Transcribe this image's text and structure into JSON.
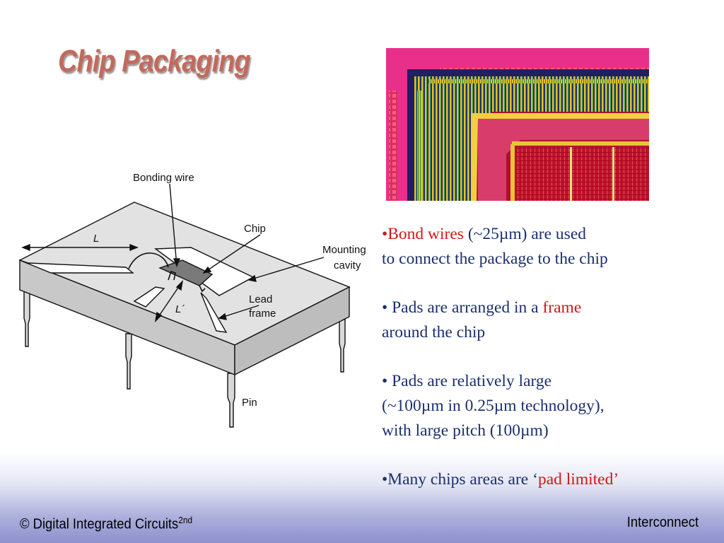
{
  "slide": {
    "title": "Chip Packaging",
    "diagram": {
      "labels": {
        "bonding_wire": "Bonding wire",
        "chip": "Chip",
        "mounting": "Mounting",
        "cavity": "cavity",
        "lead": "Lead",
        "frame": "frame",
        "pin": "Pin",
        "length_l": "L",
        "length_l_prime": "L´"
      }
    },
    "bullets": [
      {
        "prefix": "•",
        "highlight": "Bond wires",
        "text": " (~25µm) are used",
        "line2": "to connect the package to the chip"
      },
      {
        "prefix": "• ",
        "text": "Pads are arranged in a ",
        "highlight": "frame",
        "line2": "around the chip"
      },
      {
        "prefix": "• ",
        "text": "Pads are relatively large",
        "line2": "(~100µm in 0.25µm technology),",
        "line3": "with large pitch (100µm)"
      },
      {
        "prefix": "•",
        "text": "Many chips areas are ‘",
        "highlight": "pad limited’"
      }
    ],
    "footer": {
      "left": "© Digital Integrated Circuits",
      "left_sup": "2nd",
      "right": "Interconnect"
    },
    "colors": {
      "title": "#c26a5c",
      "body_text": "#1c2f6e",
      "highlight": "#d01818",
      "footer_band": "#8d90cc"
    }
  }
}
